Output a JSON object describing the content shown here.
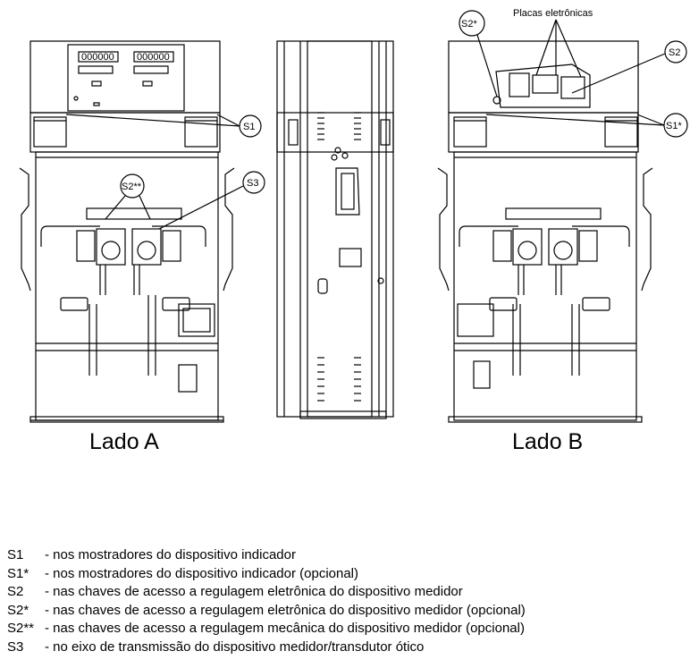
{
  "callouts": {
    "left_s1": "S1",
    "left_s2ss": "S2**",
    "left_s3": "S3",
    "right_s2s": "S2*",
    "right_s2": "S2",
    "right_s1s": "S1*",
    "placas": "Placas eletrônicas"
  },
  "captions": {
    "side_a": "Lado A",
    "side_b": "Lado B"
  },
  "display": {
    "digits_left": "000000",
    "digits_right": "000000"
  },
  "legend": [
    {
      "code": "S1",
      "text": "- nos mostradores do dispositivo indicador"
    },
    {
      "code": "S1*",
      "text": "- nos mostradores do dispositivo indicador (opcional)"
    },
    {
      "code": "S2",
      "text": "- nas chaves de acesso a regulagem eletrônica do dispositivo medidor"
    },
    {
      "code": "S2*",
      "text": "- nas chaves de acesso a regulagem eletrônica do dispositivo medidor (opcional)"
    },
    {
      "code": "S2**",
      "text": "- nas chaves de acesso a regulagem mecânica do dispositivo medidor (opcional)"
    },
    {
      "code": "S3",
      "text": "- no eixo de transmissão do dispositivo medidor/transdutor ótico"
    }
  ]
}
